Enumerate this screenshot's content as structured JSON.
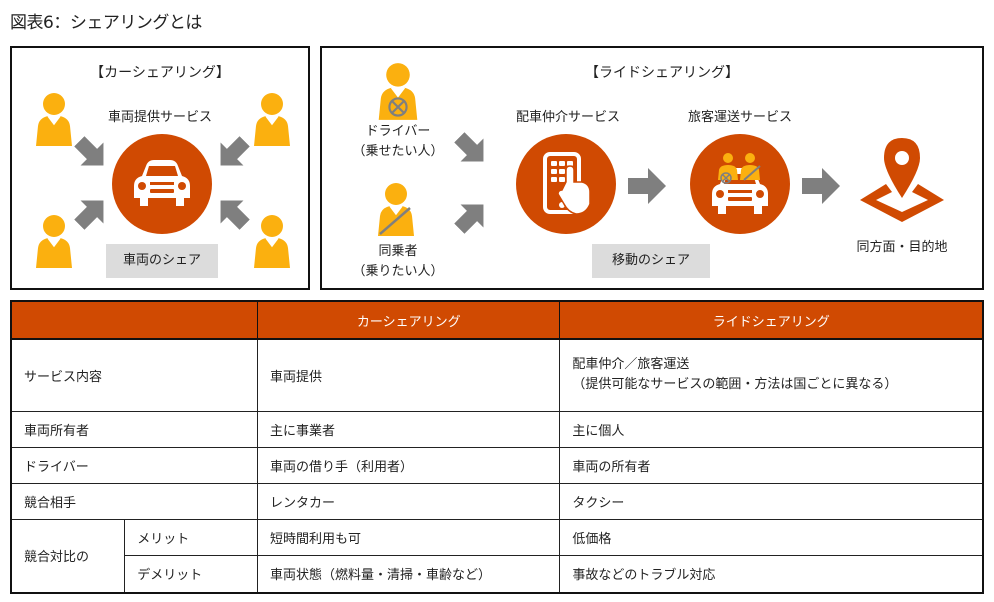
{
  "title": "図表6：シェアリングとは",
  "colors": {
    "accent": "#d04a02",
    "person": "#fbb00f",
    "arrow": "#7f7f7f",
    "gray_box": "#dcdcdc"
  },
  "car_sharing": {
    "heading": "【カーシェアリング】",
    "service_label": "車両提供サービス",
    "share_label": "車両のシェア",
    "icons": [
      "person-icon",
      "person-icon",
      "person-icon",
      "person-icon",
      "car-icon"
    ]
  },
  "ride_sharing": {
    "heading": "【ライドシェアリング】",
    "driver_label_1": "ドライバー",
    "driver_label_2": "（乗せたい人）",
    "passenger_label_1": "同乗者",
    "passenger_label_2": "（乗りたい人）",
    "dispatch_label": "配車仲介サービス",
    "transport_label": "旅客運送サービス",
    "destination_label": "同方面・目的地",
    "share_label": "移動のシェア",
    "icons": [
      "driver-person-icon",
      "passenger-person-icon",
      "smartphone-tap-icon",
      "car-with-passengers-icon",
      "map-pin-icon"
    ]
  },
  "table": {
    "headers": [
      "",
      "カーシェアリング",
      "ライドシェアリング"
    ],
    "rows": [
      {
        "label": "サービス内容",
        "car": "車両提供",
        "ride_1": "配車仲介／旅客運送",
        "ride_2": "（提供可能なサービスの範囲・方法は国ごとに異なる）"
      },
      {
        "label": "車両所有者",
        "car": "主に事業者",
        "ride": "主に個人"
      },
      {
        "label": "ドライバー",
        "car": "車両の借り手（利用者）",
        "ride": "車両の所有者"
      },
      {
        "label": "競合相手",
        "car": "レンタカー",
        "ride": "タクシー"
      }
    ],
    "comparison_group": "競合対比の",
    "comparison_rows": [
      {
        "label": "メリット",
        "car": "短時間利用も可",
        "ride": "低価格"
      },
      {
        "label": "デメリット",
        "car": "車両状態（燃料量・清掃・車齢など）",
        "ride": "事故などのトラブル対応"
      }
    ]
  }
}
